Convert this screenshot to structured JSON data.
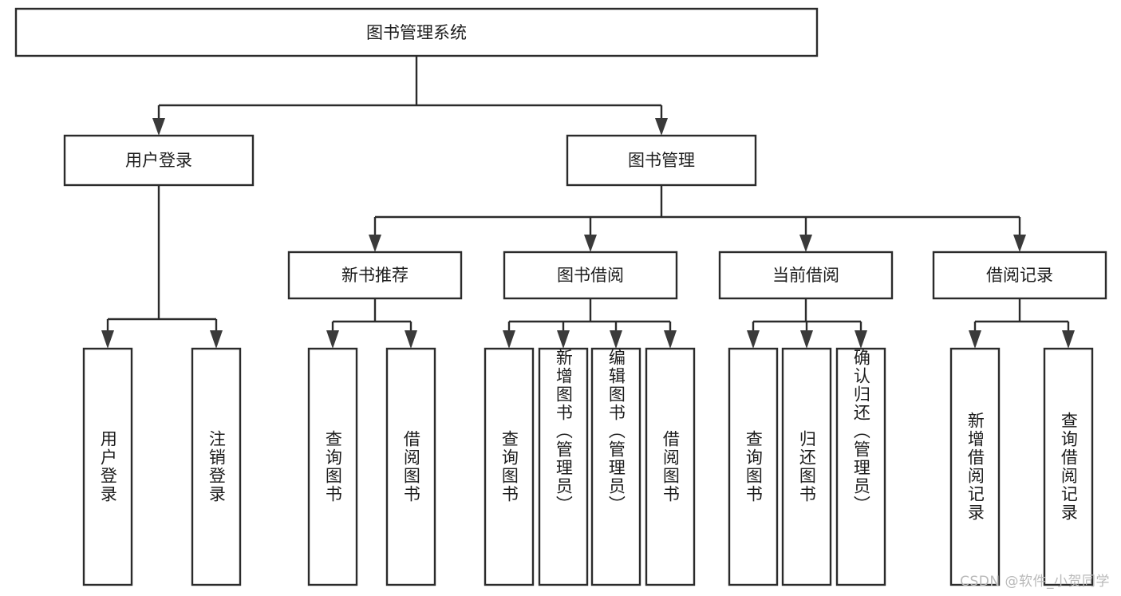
{
  "diagram": {
    "type": "tree",
    "title": "图书管理系统",
    "orientation": "top-down",
    "colors": {
      "box_stroke": "#2b2b2b",
      "box_fill": "#ffffff",
      "edge": "#2b2b2b",
      "arrow": "#3a3a3a",
      "text": "#1c1c1c",
      "watermark": "#b9b9b9",
      "background": "#ffffff"
    },
    "root": {
      "label": "图书管理系统"
    },
    "level1": [
      {
        "label": "用户登录"
      },
      {
        "label": "图书管理"
      }
    ],
    "level2": [
      {
        "label": "新书推荐"
      },
      {
        "label": "图书借阅"
      },
      {
        "label": "当前借阅"
      },
      {
        "label": "借阅记录"
      }
    ],
    "leaves": {
      "user_login": [
        {
          "label": "用户登录"
        },
        {
          "label": "注销登录"
        }
      ],
      "new_book": [
        {
          "label": "查询图书"
        },
        {
          "label": "借阅图书"
        }
      ],
      "book_borrow": [
        {
          "label": "查询图书"
        },
        {
          "label": "新增图书（管理员）"
        },
        {
          "label": "编辑图书（管理员）"
        },
        {
          "label": "借阅图书"
        }
      ],
      "current_borrow": [
        {
          "label": "查询图书"
        },
        {
          "label": "归还图书"
        },
        {
          "label": "确认归还（管理员）"
        }
      ],
      "borrow_record": [
        {
          "label": "新增借阅记录"
        },
        {
          "label": "查询借阅记录"
        }
      ]
    }
  },
  "watermark": {
    "text": "CSDN @软件_小贺同学"
  }
}
